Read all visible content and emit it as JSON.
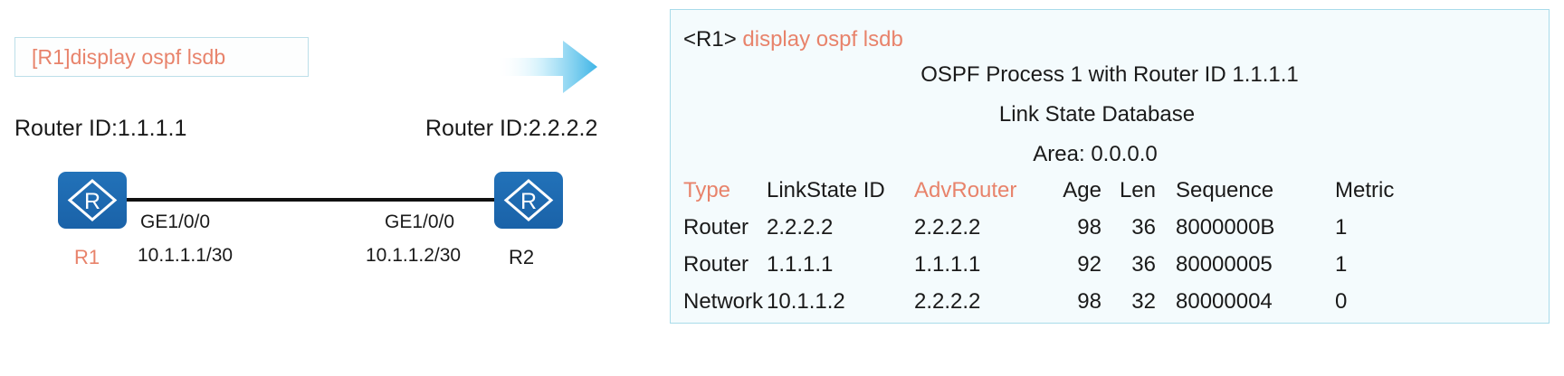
{
  "left_panel": {
    "command_box": {
      "text": "[R1]display ospf lsdb"
    },
    "router_id_left_label": "Router ID:1.1.1.1",
    "router_id_right_label": "Router ID:2.2.2.2",
    "left_device": {
      "name": "R1",
      "icon": "router-icon",
      "interface": "GE1/0/0",
      "ip": "10.1.1.1/30"
    },
    "right_device": {
      "name": "R2",
      "icon": "router-icon",
      "interface": "GE1/0/0",
      "ip": "10.1.1.2/30"
    }
  },
  "arrow": {
    "icon": "right-arrow-icon",
    "color_start": "#ffffff",
    "color_end": "#45b8e8"
  },
  "console": {
    "prompt": "<R1>",
    "command": "display ospf lsdb",
    "header_lines": [
      "OSPF Process 1 with Router ID 1.1.1.1",
      "Link State Database",
      "Area: 0.0.0.0"
    ],
    "table": {
      "columns": [
        "Type",
        "LinkState ID",
        "AdvRouter",
        "Age",
        "Len",
        "Sequence",
        "Metric"
      ],
      "accent_columns": [
        "Type",
        "AdvRouter"
      ],
      "rows": [
        {
          "type": "Router",
          "linkstate_id": "2.2.2.2",
          "adv_router": "2.2.2.2",
          "age": "98",
          "len": "36",
          "sequence": "8000000B",
          "metric": "1"
        },
        {
          "type": "Router",
          "linkstate_id": "1.1.1.1",
          "adv_router": "1.1.1.1",
          "age": "92",
          "len": "36",
          "sequence": "80000005",
          "metric": "1"
        },
        {
          "type": "Network",
          "linkstate_id": "10.1.1.2",
          "adv_router": "2.2.2.2",
          "age": "98",
          "len": "32",
          "sequence": "80000004",
          "metric": "0"
        }
      ]
    }
  },
  "colors": {
    "accent_text": "#e8836b",
    "panel_border": "#a9dbea",
    "panel_fill": "#f4fbfd",
    "router_blue": "#1a62a8",
    "link_line": "#111111"
  }
}
